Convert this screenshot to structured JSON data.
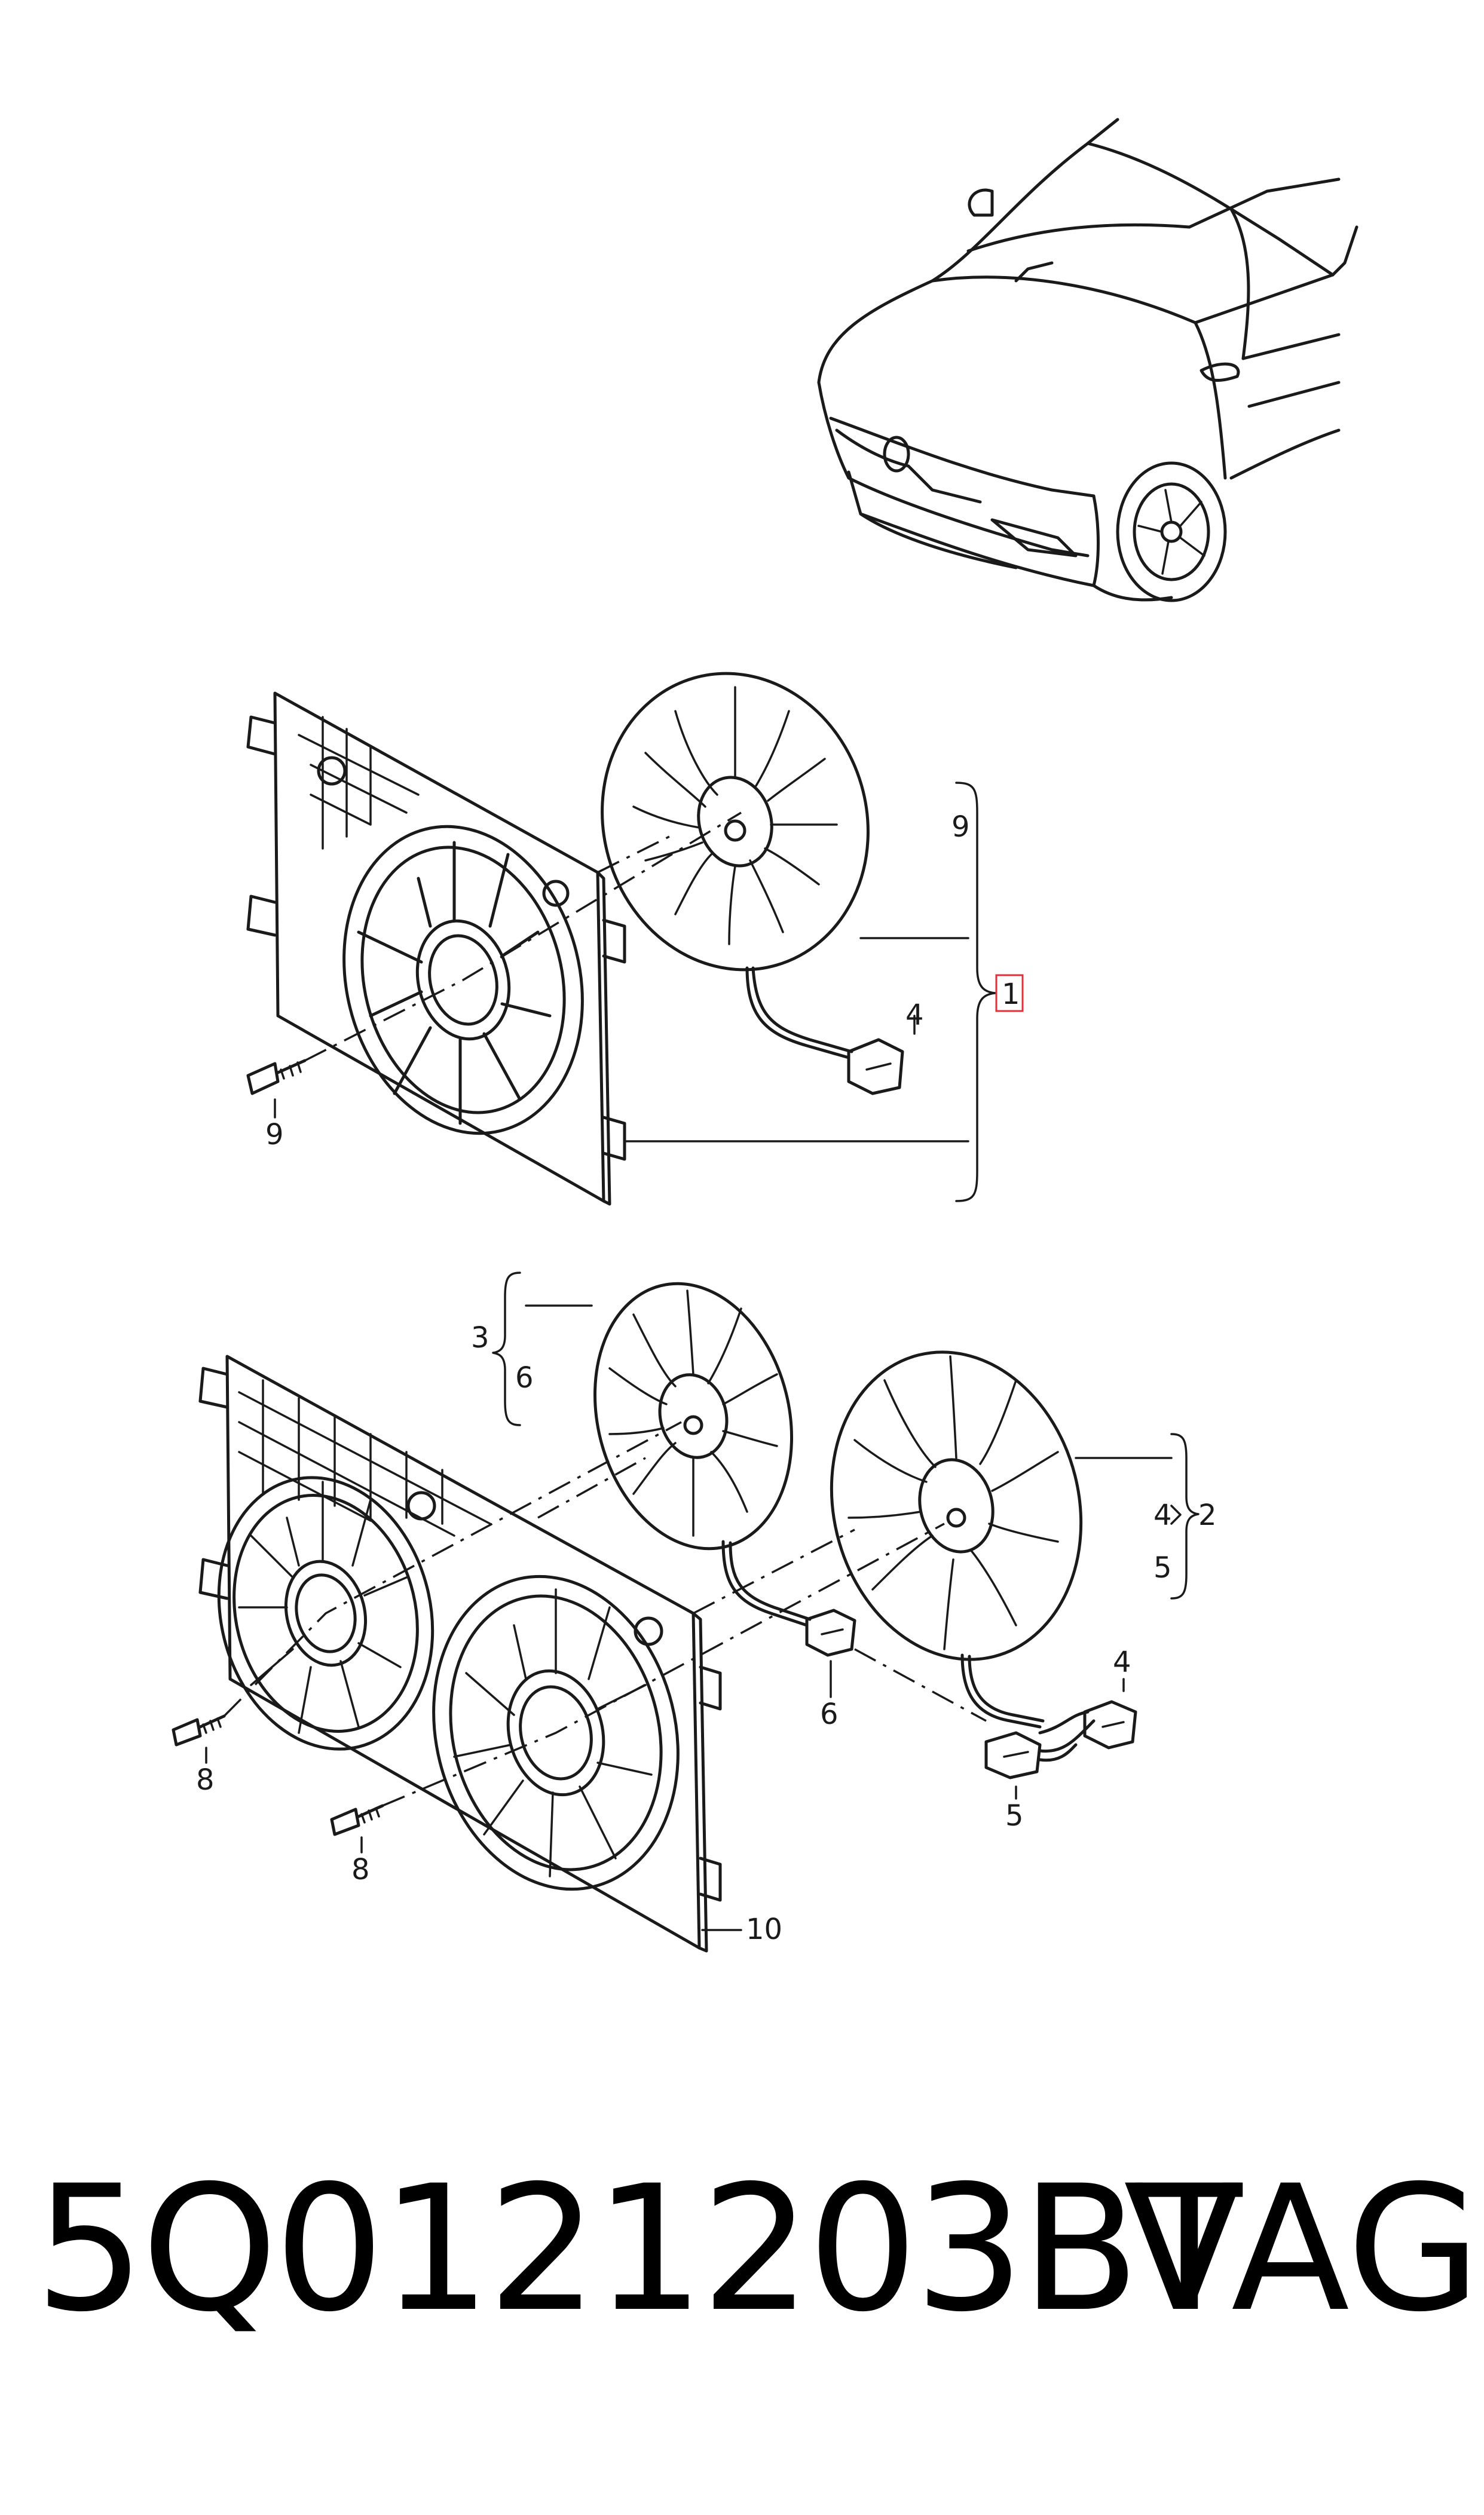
{
  "callouts": {
    "c1": "1",
    "c2": "2",
    "c3": "3",
    "c4a": "4",
    "c4b": "4",
    "c4c": "4",
    "c5a": "5",
    "c5b": "5",
    "c6a": "6",
    "c6b": "6",
    "c8a": "8",
    "c8b": "8",
    "c9a": "9",
    "c9b": "9",
    "c10": "10"
  },
  "caption": {
    "part_number": "5Q0121203BT",
    "brand": "VAG"
  },
  "colors": {
    "highlight_box": "#e0303a",
    "line": "#1a1a1a"
  }
}
